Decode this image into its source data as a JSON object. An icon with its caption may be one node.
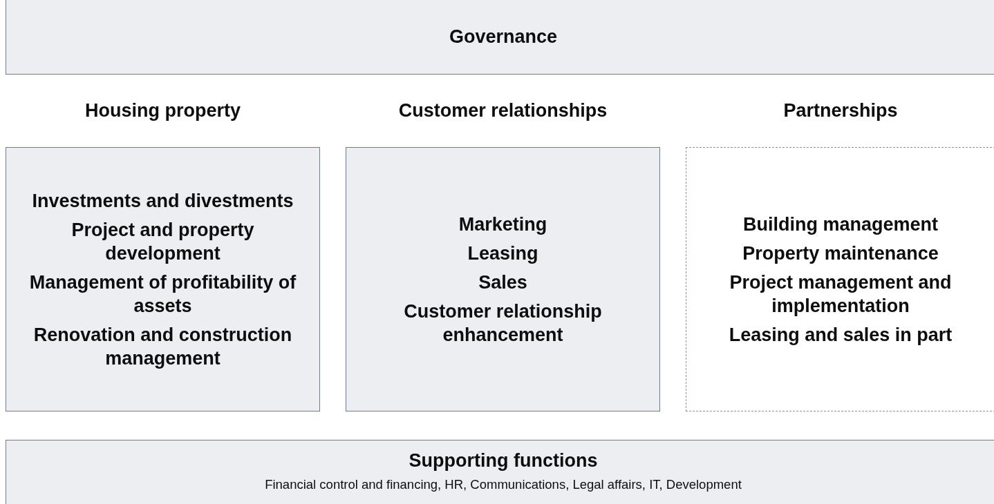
{
  "diagram": {
    "nodes": [
      {
        "text": [
          "Governance"
        ]
      },
      {
        "text": [
          "Housing property",
          "Investments and divestments",
          "Project and property development",
          "Management of profitability of assets",
          "Renovation and construction management"
        ]
      },
      {
        "text": [
          "Customer relationships",
          "Marketing",
          "Leasing",
          "Sales",
          "Customer relationship enhancement"
        ]
      },
      {
        "text": [
          "Partnerships",
          "Building management",
          "Property maintenance",
          "Project management and implementation",
          "Leasing and sales in part"
        ]
      },
      {
        "text": [
          "Supporting functions",
          "Financial control and financing, HR, Communications, Legal affairs, IT, Development"
        ]
      }
    ]
  }
}
